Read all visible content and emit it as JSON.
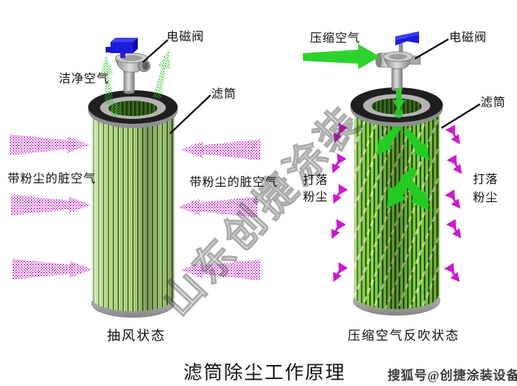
{
  "title": "滤筒除尘工作原理",
  "watermark_diagonal": "山东创捷涂装",
  "watermark_bottom": "搜狐号@创捷涂装设备",
  "left_diagram": {
    "solenoid_valve_label": "电磁阀",
    "clean_air_label": "洁净空气",
    "filter_label": "滤筒",
    "dirty_air_west_label": "带粉尘的脏空气",
    "dirty_air_east_label": "带粉尘的脏空气",
    "caption": "抽风状态"
  },
  "right_diagram": {
    "compressed_air_label": "压缩空气",
    "solenoid_valve_label": "电磁阀",
    "filter_label": "滤筒",
    "dust_west_label_line1": "打落",
    "dust_west_label_line2": "粉尘",
    "dust_east_label_line1": "打落",
    "dust_east_label_line2": "粉尘",
    "caption": "压缩空气反吹状态"
  },
  "colors": {
    "dust_arrow_magenta": "#cc1acc",
    "air_arrow_green": "#22cc22",
    "solenoid_blue": "#1c1cd8",
    "filter_light_green": "#c6e69c",
    "filter_bright_green": "#79d431",
    "ring_black": "#1f1f1f",
    "metal_gray": "#aaaaaa"
  }
}
